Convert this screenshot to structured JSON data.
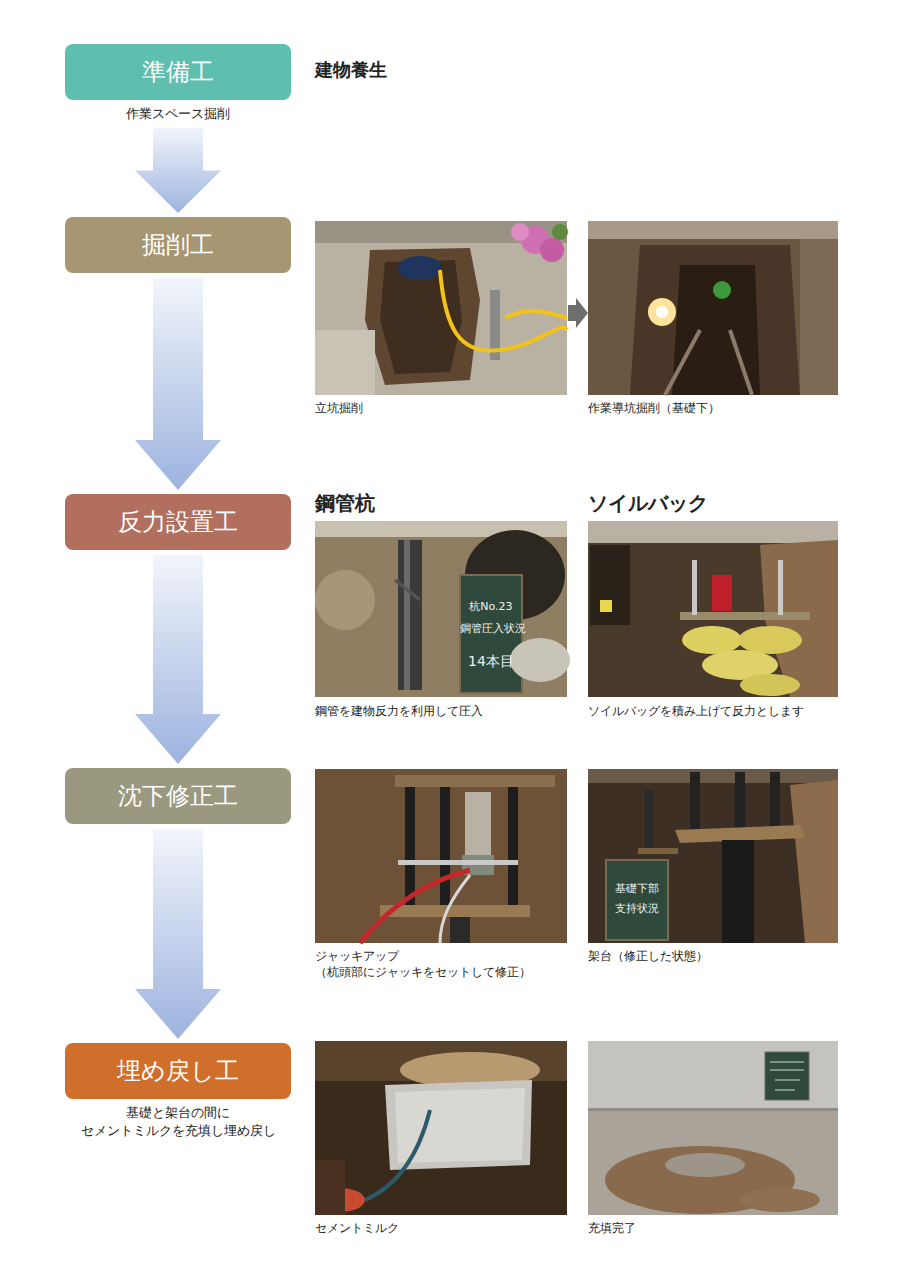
{
  "diagram": {
    "nodes": [
      {
        "text": [
          "準備工",
          "作業スペース掘削"
        ]
      },
      {
        "text": [
          "掘削工"
        ]
      },
      {
        "text": [
          "反力設置工"
        ]
      },
      {
        "text": [
          "沈下修正工"
        ]
      },
      {
        "text": [
          "埋め戻し工",
          "基礎と架台の間に セメントミルクを充填し埋め戻し"
        ]
      }
    ],
    "edges": [
      {
        "from": 0,
        "to": 1,
        "arrow": "to"
      },
      {
        "from": 1,
        "to": 2,
        "arrow": "to"
      },
      {
        "from": 2,
        "to": 3,
        "arrow": "to"
      },
      {
        "from": 3,
        "to": 4,
        "arrow": "to"
      }
    ],
    "labels": [
      "建物養生",
      "立坑掘削",
      "作業導坑掘削（基礎下）",
      "鋼管杭",
      "ソイルバック",
      "杭No.23",
      "鋼管圧入状況",
      "14本目",
      "鋼管を建物反力を利用して圧入",
      "ソイルバッグを積み上げて反力とします",
      "ジャッキアップ （杭頭部にジャッキをセットして修正）",
      "架台（修正した状態）",
      "基礎下部",
      "支持状況",
      "セメントミルク",
      "充填完了"
    ]
  }
}
